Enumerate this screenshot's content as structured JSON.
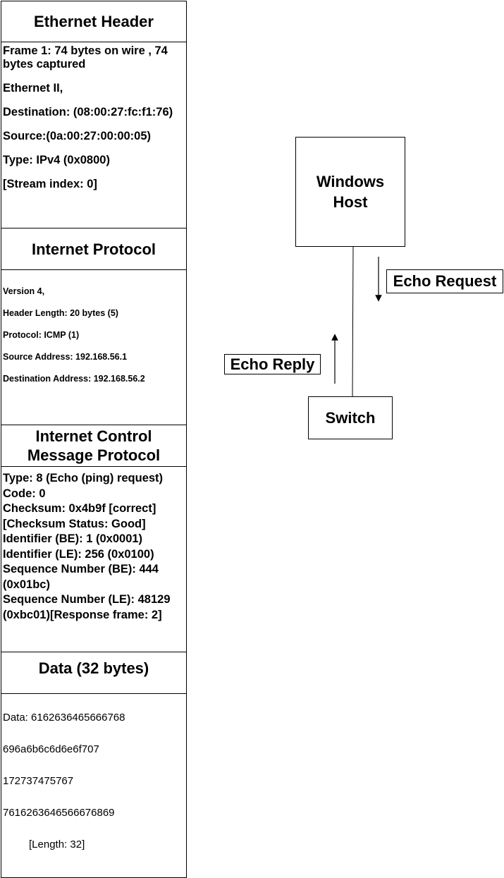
{
  "ethernet": {
    "title": "Ethernet Header",
    "lines": [
      "Frame 1: 74 bytes on wire , 74 bytes captured",
      "Ethernet II,",
      "Destination: (08:00:27:fc:f1:76)",
      "Source:(0a:00:27:00:00:05)",
      "Type: IPv4 (0x0800)",
      "[Stream index: 0]"
    ]
  },
  "ip": {
    "title": "Internet Protocol",
    "lines": [
      "Version 4,",
      "Header Length: 20 bytes (5)",
      "Protocol: ICMP (1)",
      "Source Address: 192.168.56.1",
      "Destination Address: 192.168.56.2"
    ]
  },
  "icmp": {
    "title": "Internet Control Message Protocol",
    "lines": [
      "Type: 8 (Echo (ping) request)",
      "Code: 0",
      "Checksum: 0x4b9f [correct]",
      "[Checksum Status: Good]",
      "Identifier (BE): 1 (0x0001)",
      "Identifier (LE): 256 (0x0100)",
      "Sequence Number (BE): 444 (0x01bc)",
      "Sequence Number (LE): 48129 (0xbc01)[Response frame: 2]"
    ]
  },
  "data": {
    "title": "Data (32 bytes)",
    "lines": [
      "Data: 6162636465666768",
      "696a6b6c6d6e6f707",
      "172737475767",
      "7616263646566676869",
      "[Length: 32]"
    ]
  },
  "network": {
    "host_label": "Windows Host",
    "switch_label": "Switch",
    "request_label": "Echo Request",
    "reply_label": "Echo Reply"
  }
}
